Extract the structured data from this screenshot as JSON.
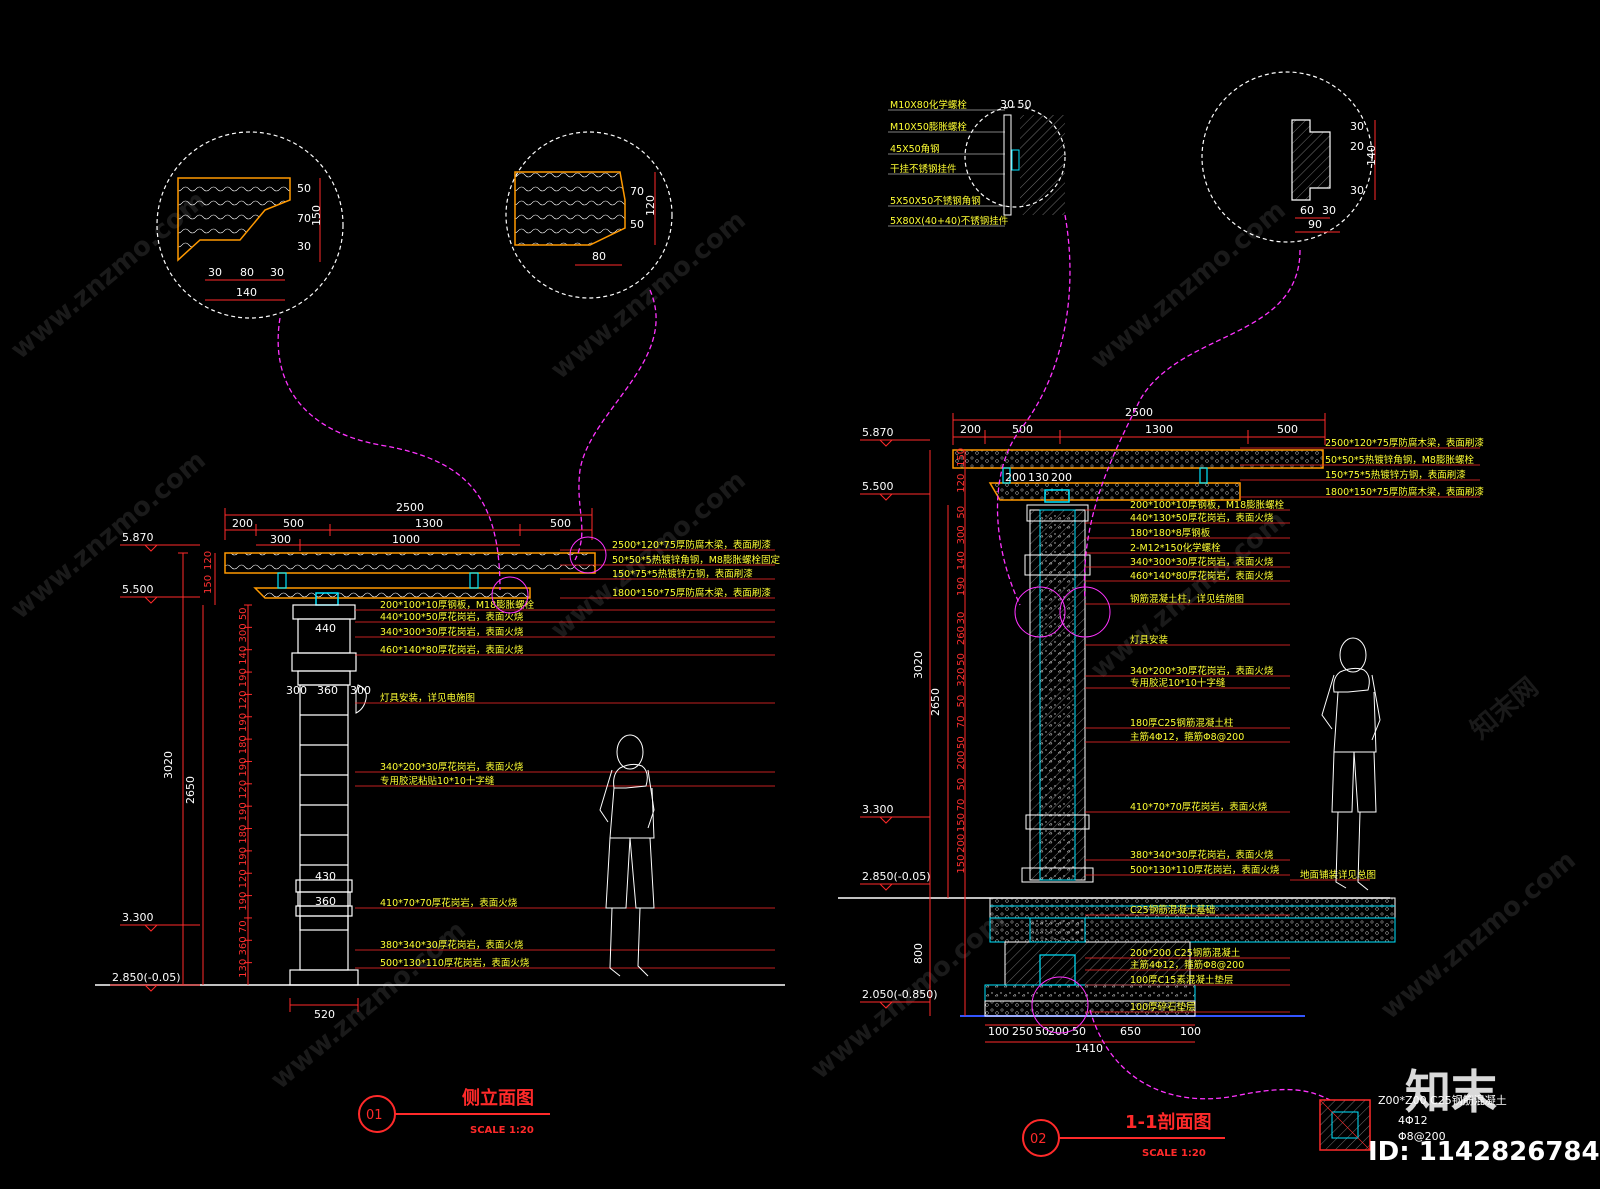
{
  "watermark": {
    "site": "www.znzmo.com",
    "brand": "知末网",
    "logo": "知末",
    "id_text": "ID: 1142826784"
  },
  "colors": {
    "background": "#000000",
    "dimension": "#ff2a2a",
    "annotation": "#ffff33",
    "detail_link": "#ff33ff",
    "outline": "#ffffff",
    "stone": "#ff9900",
    "concrete": "#00cccc"
  },
  "left_view": {
    "number": "01",
    "title": "侧立面图",
    "scale": "SCALE 1:20",
    "levels": [
      "5.870",
      "5.500",
      "3.300",
      "2.850(-0.05)"
    ],
    "overall_width": "2500",
    "top_dims": [
      "200",
      "500",
      "1300",
      "500"
    ],
    "sub_dims": [
      "300",
      "1000"
    ],
    "left_heights": [
      "120",
      "150"
    ],
    "total_height": "3020",
    "column_height": "2650",
    "column_segments": [
      "50",
      "300",
      "140",
      "190",
      "120",
      "190",
      "180",
      "190",
      "120",
      "190",
      "180",
      "190",
      "120",
      "190",
      "70",
      "360",
      "130"
    ],
    "column_widths": [
      "440",
      "300",
      "360",
      "300",
      "430",
      "360"
    ],
    "base_width": "520",
    "notes": [
      "2500*120*75厚防腐木梁，表面刷漆",
      "50*50*5热镀锌角钢，M8膨胀螺栓固定",
      "150*75*5热镀锌方钢，表面刷漆",
      "1800*150*75厚防腐木梁，表面刷漆",
      "200*100*10厚钢板，M18膨胀螺栓",
      "440*100*50厚花岗岩，表面火烧",
      "340*300*30厚花岗岩，表面火烧",
      "460*140*80厚花岗岩，表面火烧",
      "灯具安装，详见电施图",
      "340*200*30厚花岗岩，表面火烧",
      "专用胶泥粘贴10*10十字缝",
      "410*70*70厚花岗岩，表面火烧",
      "380*340*30厚花岗岩，表面火烧",
      "500*130*110厚花岗岩，表面火烧"
    ],
    "detail_a": {
      "dims": [
        "50",
        "70",
        "30",
        "150"
      ],
      "bottom": [
        "30",
        "80",
        "30"
      ],
      "total": "140"
    },
    "detail_b": {
      "dims": [
        "70",
        "50",
        "120"
      ],
      "bottom": "80"
    }
  },
  "right_view": {
    "number": "02",
    "title": "1-1剖面图",
    "scale": "SCALE 1:20",
    "levels": [
      "5.870",
      "5.500",
      "3.300",
      "2.850(-0.05)",
      "2.050(-0.850)"
    ],
    "overall_width": "2500",
    "top_dims": [
      "200",
      "500",
      "1300",
      "500"
    ],
    "beam_dims": [
      "200",
      "130",
      "200"
    ],
    "left_heights": [
      "150",
      "120",
      "50",
      "300",
      "140",
      "190"
    ],
    "total_height": "3020",
    "column_height": "2650",
    "foundation_height": "800",
    "col_labels": [
      "30",
      "260",
      "50",
      "320",
      "50",
      "70",
      "50",
      "200",
      "50",
      "70",
      "150",
      "200",
      "150"
    ],
    "foundation_dims": [
      "100",
      "250",
      "50",
      "200",
      "50",
      "650",
      "100"
    ],
    "foundation_total": "1410",
    "notes": [
      "2500*120*75厚防腐木梁，表面刷漆",
      "50*50*5热镀锌角钢，M8膨胀螺栓",
      "150*75*5热镀锌方钢，表面刷漆",
      "1800*150*75厚防腐木梁，表面刷漆",
      "200*100*10厚钢板，M18膨胀螺栓",
      "440*130*50厚花岗岩，表面火烧",
      "180*180*8厚钢板",
      "2-M12*150化学螺栓",
      "340*300*30厚花岗岩，表面火烧",
      "460*140*80厚花岗岩，表面火烧",
      "钢筋混凝土柱，详见结施图",
      "灯具安装",
      "340*200*30厚花岗岩，表面火烧",
      "专用胶泥10*10十字缝",
      "180厚C25钢筋混凝土柱",
      "主筋4Φ12，箍筋Φ8@200",
      "410*70*70厚花岗岩，表面火烧",
      "380*340*30厚花岗岩，表面火烧",
      "500*130*110厚花岗岩，表面火烧",
      "C25钢筋混凝土基础",
      "200*200 C25钢筋混凝土",
      "主筋4Φ12，箍筋Φ8@200",
      "100厚C15素混凝土垫层",
      "100厚碎石垫层",
      "地面铺装详见总图"
    ],
    "detail_c": {
      "labels": [
        "M10X80化学螺栓",
        "M10X50膨胀螺栓",
        "45X50角钢",
        "干挂不锈钢挂件",
        "5X50X50不锈钢角钢",
        "5X80X(40+40)不锈钢挂件"
      ],
      "dim": "30 50"
    },
    "detail_d": {
      "dims": [
        "30",
        "20",
        "140",
        "30"
      ],
      "bottom": [
        "60",
        "30"
      ],
      "total": "90"
    },
    "legend": {
      "label": "Z00*Z00 C25钢筋混凝土",
      "sub1": "4Φ12",
      "sub2": "Φ8@200"
    }
  }
}
